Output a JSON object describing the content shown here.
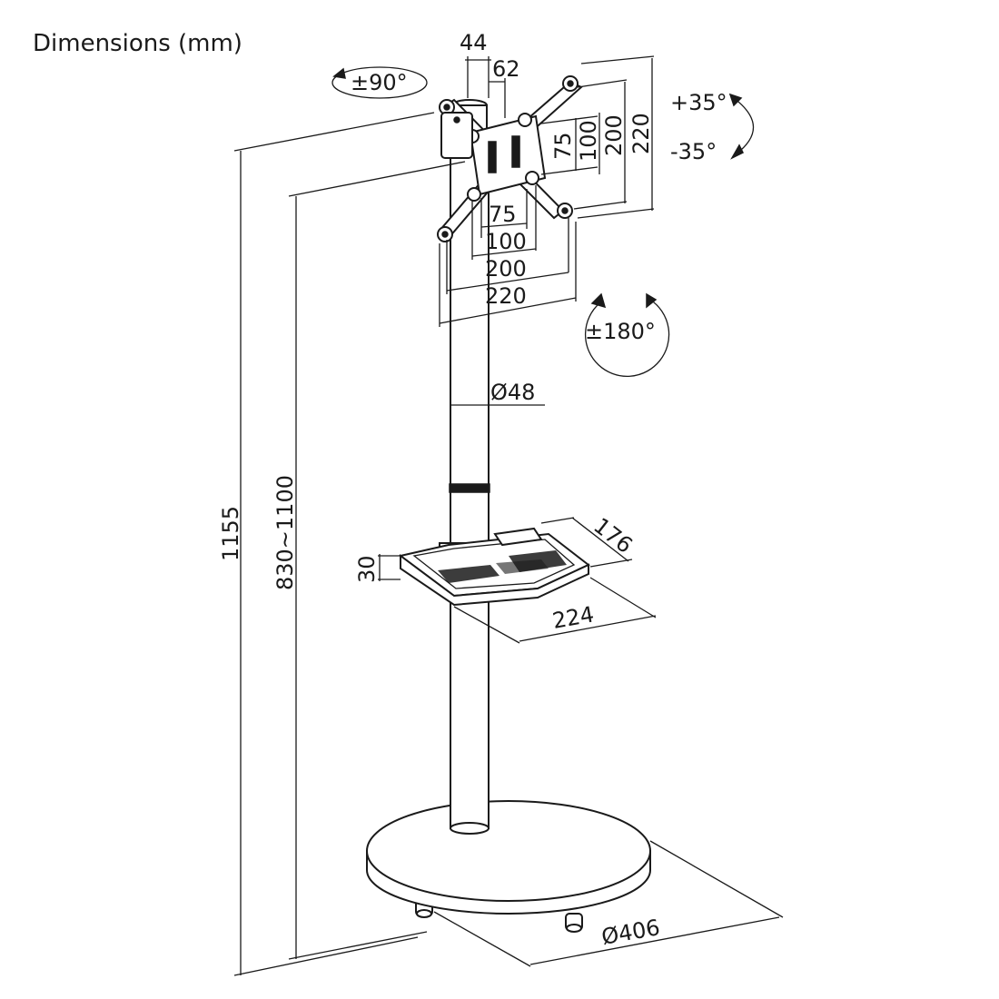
{
  "title": "Dimensions (mm)",
  "dimensions": {
    "total_height": "1155",
    "screen_height_range": "830~1100",
    "pole_diameter": "Ø48",
    "base_diameter": "Ø406",
    "shelf_height": "30",
    "shelf_width": "224",
    "shelf_depth": "176",
    "arm_width_44": "44",
    "arm_width_62": "62",
    "vesa_h_75": "75",
    "vesa_h_100": "100",
    "vesa_h_200": "200",
    "vesa_h_220": "220",
    "vesa_v_75": "75",
    "vesa_v_100": "100",
    "vesa_v_200": "200",
    "vesa_v_220": "220"
  },
  "rotations": {
    "swivel": "±90°",
    "tilt_up": "+35°",
    "tilt_down": "-35°",
    "rotate": "±180°"
  }
}
